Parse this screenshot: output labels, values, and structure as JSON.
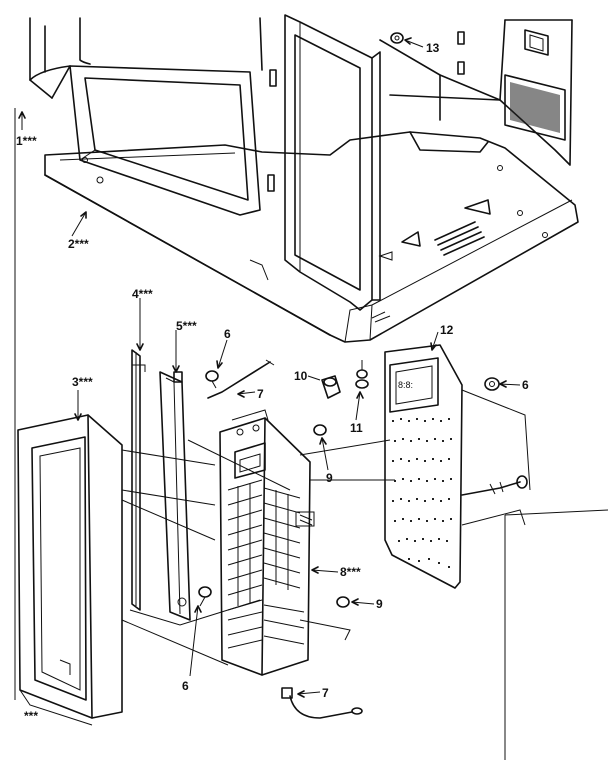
{
  "callouts": {
    "c1": "1***",
    "c2": "2***",
    "c3": "3***",
    "c4": "4***",
    "c5": "5***",
    "c6a": "6",
    "c6b": "6",
    "c6c": "6",
    "c7a": "7",
    "c7b": "7",
    "c8": "8***",
    "c9a": "9",
    "c9b": "9",
    "c10": "10",
    "c11": "11",
    "c12": "12",
    "c13": "13",
    "cfoot": "***"
  }
}
